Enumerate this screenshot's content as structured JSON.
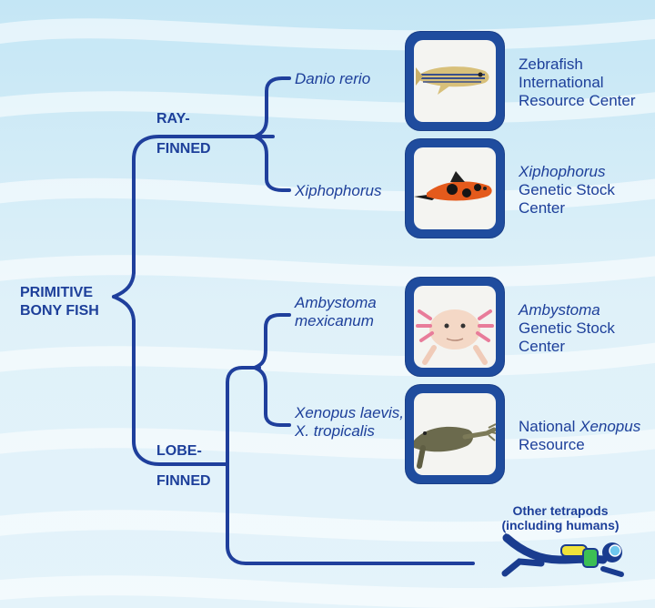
{
  "root": {
    "line1": "PRIMITIVE",
    "line2": "BONY FISH"
  },
  "ray_finned": {
    "line1": "RAY-",
    "line2": "FINNED"
  },
  "lobe_finned": {
    "line1": "LOBE-",
    "line2": "FINNED"
  },
  "species": {
    "danio": "Danio rerio",
    "xiphophorus": "Xiphophorus",
    "ambystoma_1": "Ambystoma",
    "ambystoma_2": "mexicanum",
    "xenopus_1": "Xenopus laevis,",
    "xenopus_2": "X. tropicalis"
  },
  "resources": {
    "zebrafish": {
      "line1": "Zebrafish",
      "line2": "International",
      "line3": "Resource Center"
    },
    "xiphophorus": {
      "line1": "Xiphophorus",
      "line2": "Genetic Stock",
      "line3": "Center"
    },
    "ambystoma": {
      "line1": "Ambystoma",
      "line2": "Genetic Stock",
      "line3": "Center"
    },
    "xenopus": {
      "line1_plain": "National ",
      "line1_italic": "Xenopus",
      "line2": "Resource"
    }
  },
  "other": {
    "line1": "Other tetrapods",
    "line2": "(including humans)"
  },
  "icons": [
    "zebrafish-photo",
    "swordtail-photo",
    "axolotl-photo",
    "frog-photo",
    "scuba-diver-icon"
  ],
  "colors": {
    "tree": "#1f3f9c",
    "text": "#1d3f9a",
    "frame": "#1f4c9e",
    "sky_top": "#cfeaf6",
    "sky_bottom": "#eaf6fb"
  }
}
